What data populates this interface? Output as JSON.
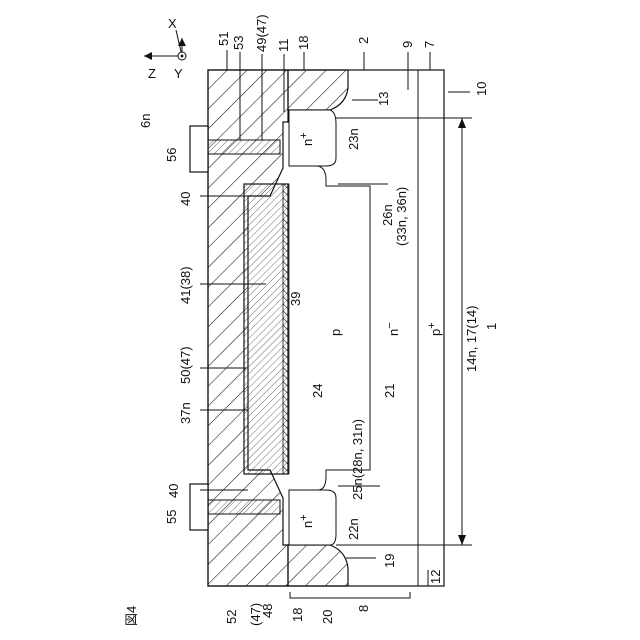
{
  "figure_label": "図4",
  "device_label": "1",
  "labels": {
    "l2": "2",
    "l6n": "6n",
    "l7": "7",
    "l8": "8",
    "l9": "9",
    "l10": "10",
    "l11": "11",
    "l12": "12",
    "l13": "13",
    "l14": "14n, 17(14)",
    "l18a": "18",
    "l18b": "18",
    "l19": "19",
    "l20": "20",
    "l21": "21",
    "l22n": "22n",
    "l23n": "23n",
    "l24": "24",
    "l25n": "25n(28n, 31n)",
    "l26n": "26n",
    "l26n_sub": "(33n, 36n)",
    "l37n": "37n",
    "l39": "39",
    "l40a": "40",
    "l40b": "40",
    "l41": "41(38)",
    "l47": "(47)",
    "l48": "48",
    "l49": "49(47)",
    "l50": "50(47)",
    "l51": "51",
    "l52": "52",
    "l53": "53",
    "l55": "55",
    "l56": "56"
  },
  "regions": {
    "n_plus_a": "n",
    "n_plus_b": "n",
    "plus": "+",
    "p": "p",
    "n_minus": "n",
    "minus": "−",
    "p_plus": "p",
    "p_plus_sup": "+"
  },
  "axes": {
    "x": "X",
    "y": "Y",
    "z": "Z"
  }
}
